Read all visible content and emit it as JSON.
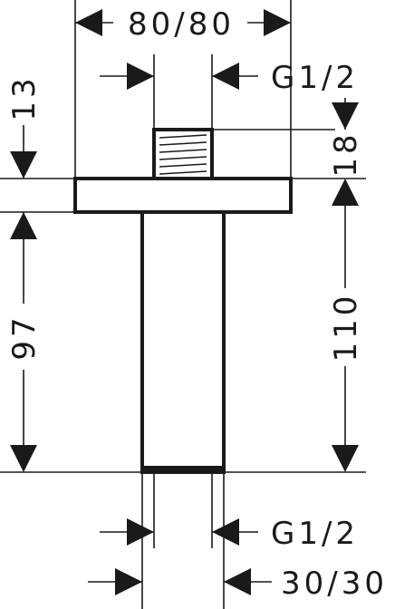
{
  "dimensions": {
    "width_top": "80/80",
    "thread_top": "G1/2",
    "thread_bottom": "G1/2",
    "width_bottom": "30/30",
    "flange_height": "13",
    "thread_length": "18",
    "tube_length": "97",
    "total_length": "110"
  }
}
